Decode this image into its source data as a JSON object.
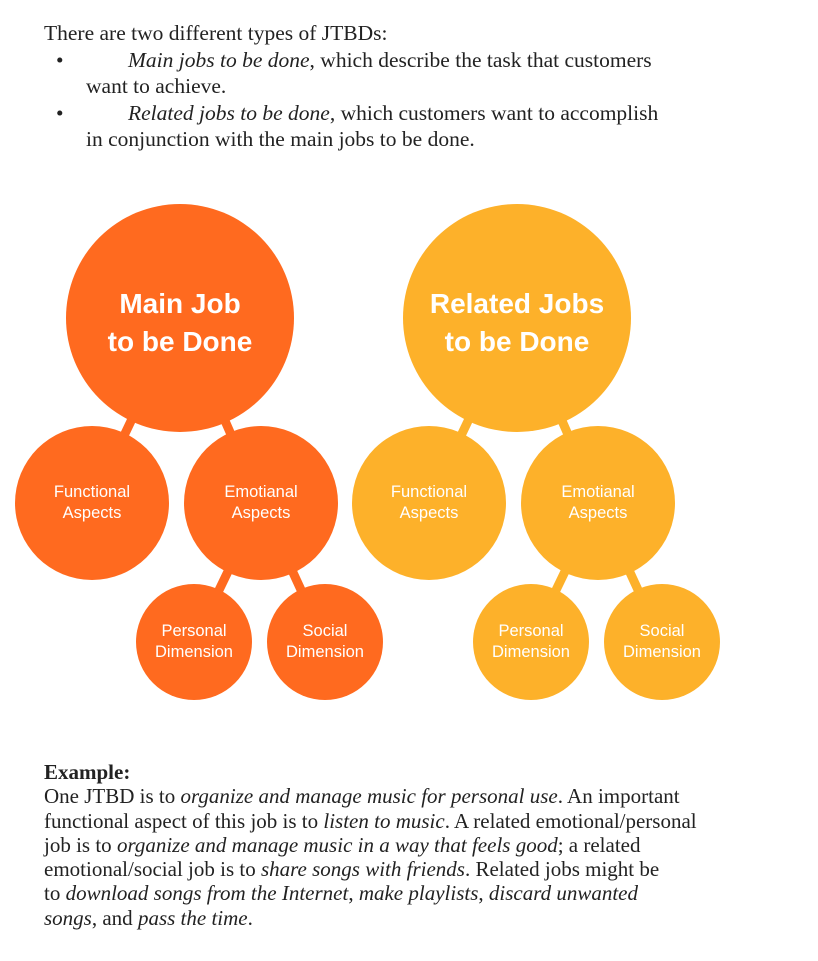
{
  "intro": {
    "heading": "There are two different types of JTBDs:",
    "bullets": [
      {
        "bullet": "•",
        "italic": "Main jobs to be done",
        "rest1": ", which describe the task that customers",
        "rest2": "want to achieve."
      },
      {
        "bullet": "•",
        "italic": "Related jobs to be done",
        "rest1": ", which customers want to accomplish",
        "rest2": "in conjunction with the main jobs to be done."
      }
    ]
  },
  "diagram": {
    "colors": {
      "main": "#FF6A1F",
      "related": "#FDB12A"
    },
    "main": {
      "title_line1": "Main Job",
      "title_line2": "to be Done",
      "functional": [
        "Functional",
        "Aspects"
      ],
      "emotional": [
        "Emotianal",
        "Aspects"
      ],
      "personal": [
        "Personal",
        "Dimension"
      ],
      "social": [
        "Social",
        "Dimension"
      ]
    },
    "related": {
      "title_line1": "Related Jobs",
      "title_line2": "to be Done",
      "functional": [
        "Functional",
        "Aspects"
      ],
      "emotional": [
        "Emotianal",
        "Aspects"
      ],
      "personal": [
        "Personal",
        "Dimension"
      ],
      "social": [
        "Social",
        "Dimension"
      ]
    }
  },
  "example": {
    "label": "Example:",
    "l1a": "One JTBD is to ",
    "l1b": "organize and manage music for personal use",
    "l1c": ". An important",
    "l2a": "functional aspect of this job is to ",
    "l2b": "listen to music",
    "l2c": ". A related emotional/personal",
    "l3a": "job is to ",
    "l3b": "organize and manage music in a way that feels good",
    "l3c": "; a related",
    "l4a": "emotional/social job is to ",
    "l4b": "share songs with friends",
    "l4c": ". Related jobs might be",
    "l5a": "to ",
    "l5b": "download songs from the Internet",
    "l5c": ", ",
    "l5d": "make playlists",
    "l5e": ", ",
    "l5f": "discard unwanted",
    "l6a": "songs",
    "l6b": ", and ",
    "l6c": "pass the time",
    "l6d": "."
  }
}
